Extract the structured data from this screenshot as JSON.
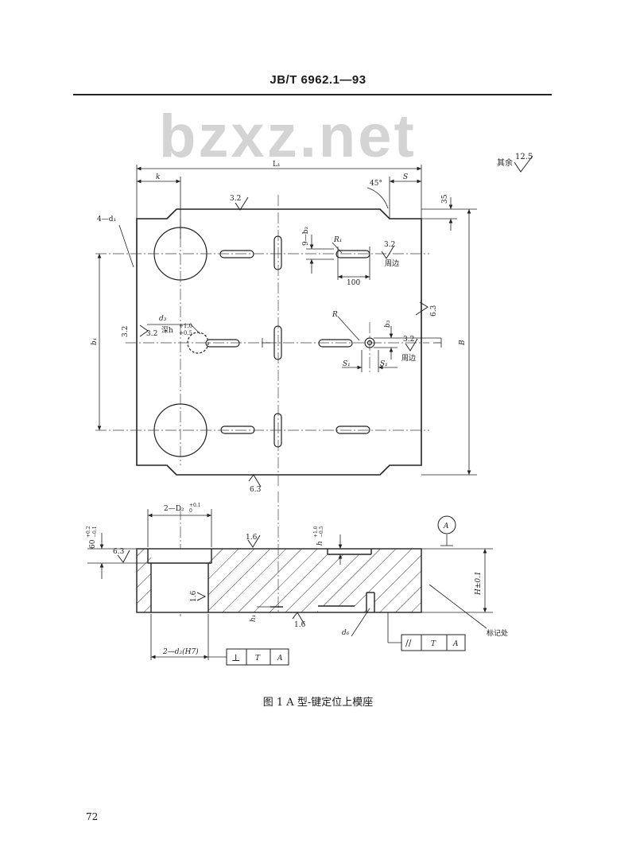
{
  "header": {
    "standard_code": "JB/T 6962.1—93"
  },
  "watermark": "bzxz.net",
  "top_view": {
    "roughness_note_label": "其余",
    "roughness_note_value": "12.5",
    "dim_L1": "L₁",
    "dim_k": "k",
    "dim_S": "S",
    "angle_45": "45°",
    "dim_35": "35",
    "holes_label": "4—d₁",
    "roughness_top": "3.2",
    "slot_width_label": "9—b₂",
    "dim_R1": "R₁",
    "roughness_right_1": "3.2",
    "surround_1": "周边",
    "dim_100": "100",
    "roughness_side": "6.3",
    "dim_d3": "d₃",
    "depth_label": "深h",
    "tol_plus": "+1.0",
    "tol_minus": "+0.5",
    "roughness_left_a": "3.2",
    "roughness_left_b": "3.2",
    "dim_b1": "b₁",
    "dim_R": "R",
    "dim_b3": "b₃",
    "roughness_right_2": "3.2",
    "surround_2": "周边",
    "dim_B": "B",
    "dim_S1_a": "S₁",
    "dim_S1_b": "S₁",
    "roughness_bottom": "6.3"
  },
  "section_view": {
    "counterbore_label": "2—D₂",
    "counterbore_tol_plus": "+0.1",
    "counterbore_tol_minus": "0",
    "dim_60": "60",
    "tol_60_plus": "+0.2",
    "tol_60_minus": "−0.1",
    "roughness_top_left": "6.3",
    "roughness_top": "1.6",
    "dim_h": "h",
    "dim_h_tol_plus": "+1.0",
    "dim_h_tol_minus": "−0.5",
    "datum_label": "A",
    "roughness_bore": "1.6",
    "dim_H": "H±0.1",
    "dim_h1": "h₁",
    "roughness_bottom": "1.6",
    "dim_d6": "d₆",
    "mark_label": "标记处",
    "bore_label": "2—d₂(H7)",
    "perp_symbol": "⊥",
    "perp_ref_T": "T",
    "perp_ref_A": "A",
    "par_symbol": "//",
    "par_ref_T": "T",
    "par_ref_A": "A"
  },
  "caption": "图 1   A 型-键定位上模座",
  "page_number": "72"
}
